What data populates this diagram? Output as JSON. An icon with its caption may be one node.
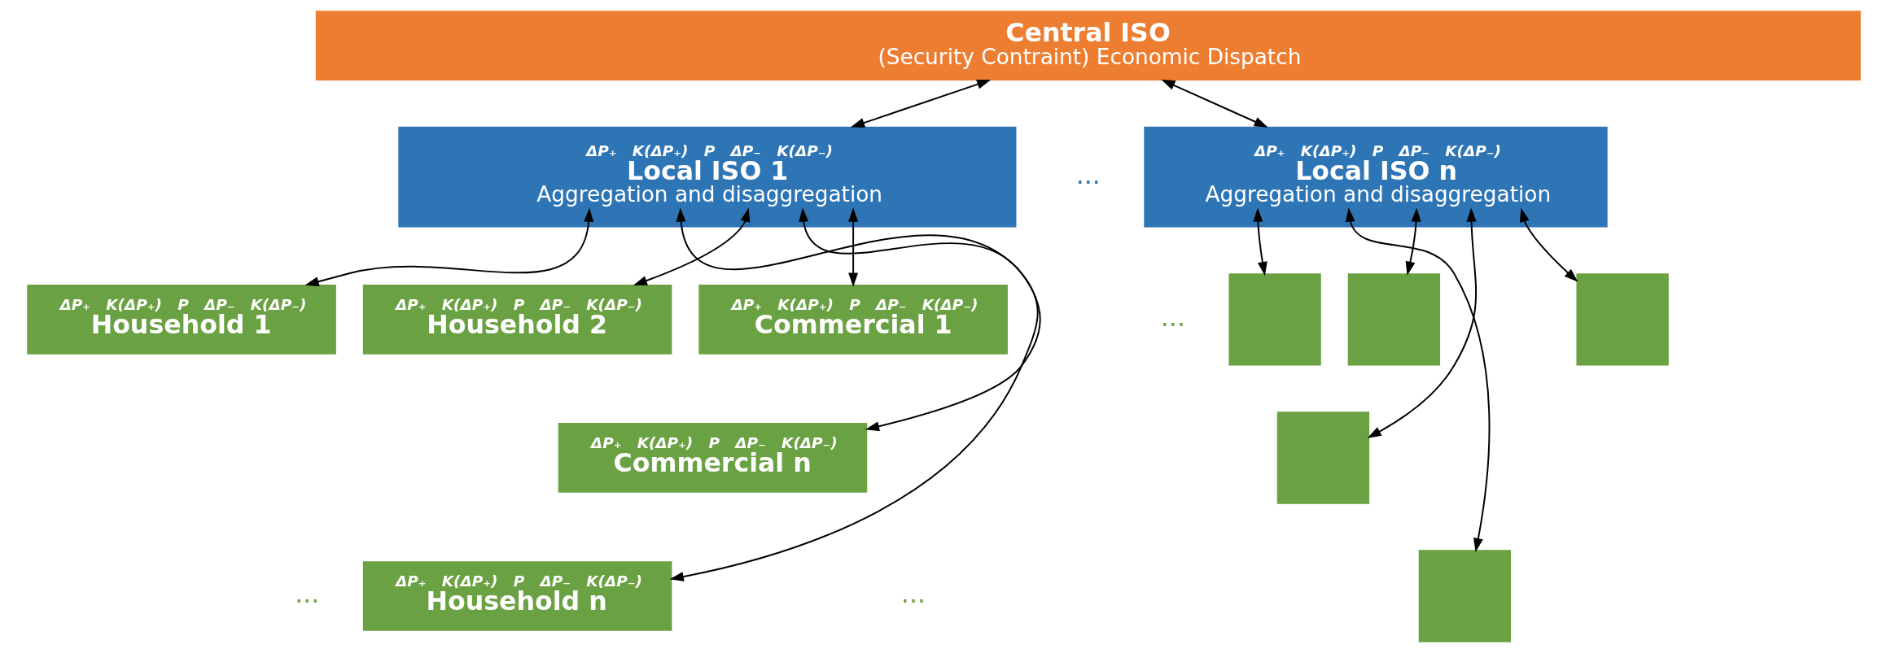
{
  "diagram": {
    "nodes": [
      {
        "text": [
          "Central ISO",
          "(Security Contraint) Economic Dispatch"
        ]
      },
      {
        "text": [
          "ΔP₊   K(ΔP₊)   P   ΔP₋   K(ΔP₋)",
          "Local ISO 1",
          "Aggregation and disaggregation"
        ]
      },
      {
        "text": [
          "ΔP₊   K(ΔP₊)   P   ΔP₋   K(ΔP₋)",
          "Local ISO n",
          "Aggregation and disaggregation"
        ]
      },
      {
        "text": [
          "ΔP₊   K(ΔP₊)   P   ΔP₋   K(ΔP₋)",
          "Household 1"
        ]
      },
      {
        "text": [
          "ΔP₊   K(ΔP₊)   P   ΔP₋   K(ΔP₋)",
          "Household 2"
        ]
      },
      {
        "text": [
          "ΔP₊   K(ΔP₊)   P   ΔP₋   K(ΔP₋)",
          "Commercial 1"
        ]
      },
      {
        "text": [
          "ΔP₊   K(ΔP₊)   P   ΔP₋   K(ΔP₋)",
          "Household n"
        ]
      },
      {
        "text": [
          "ΔP₊   K(ΔP₊)   P   ΔP₋   K(ΔP₋)",
          "Commercial n"
        ]
      },
      {
        "text": [],
        "shape": "box"
      },
      {
        "text": [],
        "shape": "box"
      },
      {
        "text": [],
        "shape": "box"
      },
      {
        "text": [],
        "shape": "box"
      },
      {
        "text": [],
        "shape": "box"
      }
    ],
    "edges": [
      {
        "from": 0,
        "to": 1,
        "arrow": "both"
      },
      {
        "from": 0,
        "to": 2,
        "arrow": "both"
      },
      {
        "from": 1,
        "to": 3,
        "arrow": "both"
      },
      {
        "from": 1,
        "to": 4,
        "arrow": "both"
      },
      {
        "from": 1,
        "to": 5,
        "arrow": "both"
      },
      {
        "from": 1,
        "to": 6,
        "arrow": "both"
      },
      {
        "from": 1,
        "to": 7,
        "arrow": "both"
      },
      {
        "from": 2,
        "to": 8,
        "arrow": "both"
      },
      {
        "from": 2,
        "to": 9,
        "arrow": "both"
      },
      {
        "from": 2,
        "to": 10,
        "arrow": "both"
      },
      {
        "from": 2,
        "to": 11,
        "arrow": "both"
      },
      {
        "from": 2,
        "to": 12,
        "arrow": "both"
      }
    ],
    "labels": [
      "...",
      "...",
      "...",
      "..."
    ]
  }
}
